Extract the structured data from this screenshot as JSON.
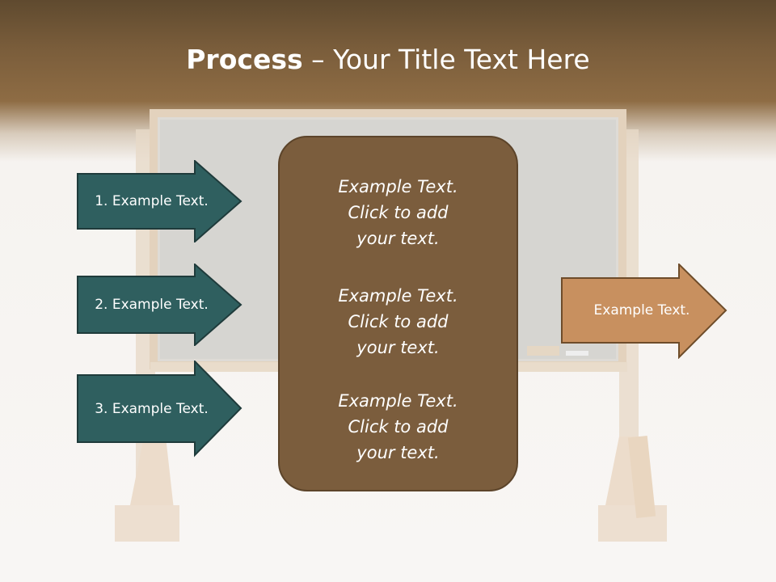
{
  "slide": {
    "title_bold": "Process",
    "title_rest": " – Your Title Text Here"
  },
  "left_arrows": [
    {
      "label": "1. Example Text."
    },
    {
      "label": "2. Example Text."
    },
    {
      "label": "3. Example Text."
    }
  ],
  "center_box": {
    "items": [
      {
        "text": "Example Text.\nClick  to add\nyour text."
      },
      {
        "text": "Example Text.\nClick  to add\nyour text."
      },
      {
        "text": "Example Text.\nClick  to add\nyour text."
      }
    ]
  },
  "right_arrow": {
    "label": "Example Text."
  },
  "colors": {
    "header": "#7a5d3b",
    "left_arrow_fill": "#2f5f5f",
    "center_box_fill": "#7b5d3d",
    "right_arrow_fill": "#c8905f"
  }
}
